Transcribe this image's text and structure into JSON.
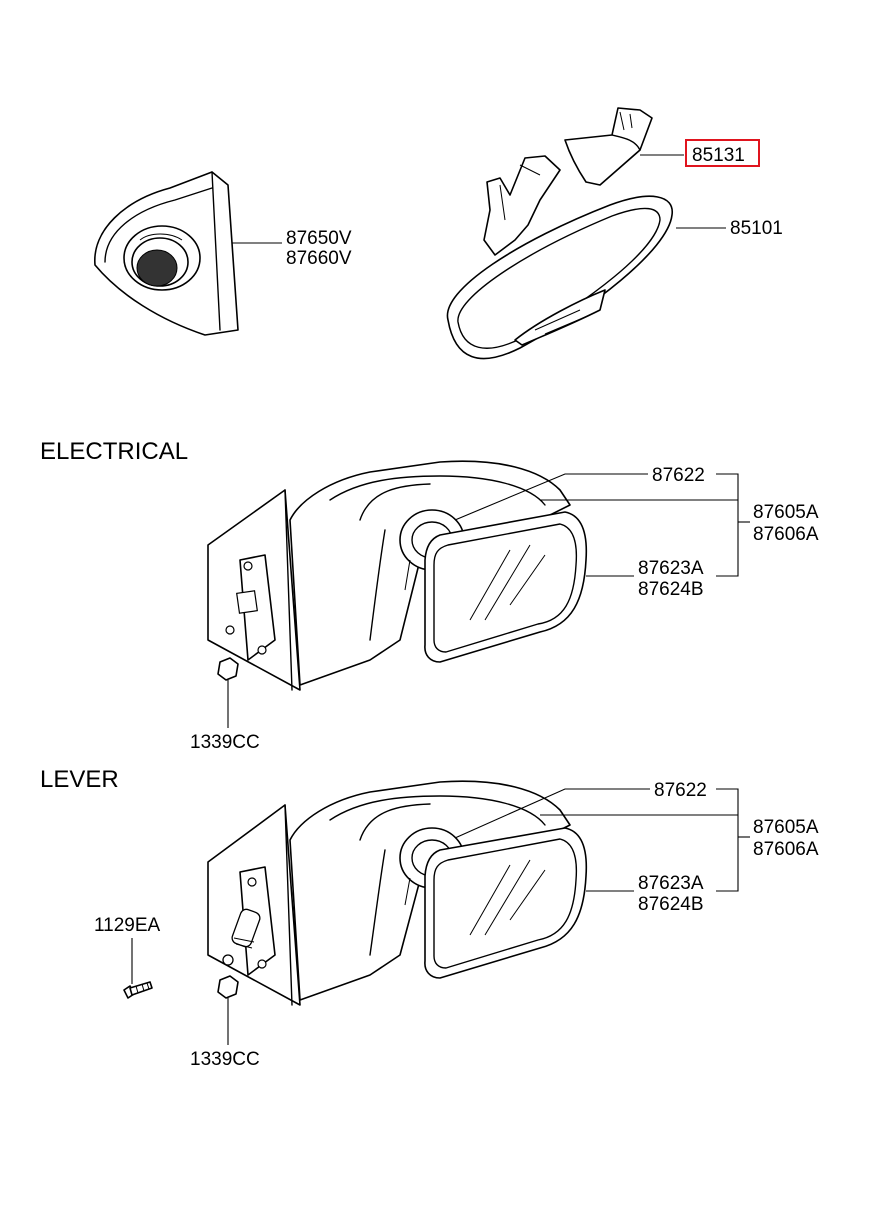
{
  "sections": {
    "electrical": "ELECTRICAL",
    "lever": "LEVER"
  },
  "labels": {
    "p87650v": "87650V",
    "p87660v": "87660V",
    "p85131": "85131",
    "p85101": "85101",
    "elec_87622": "87622",
    "elec_87605a": "87605A",
    "elec_87606a": "87606A",
    "elec_87623a": "87623A",
    "elec_87624b": "87624B",
    "elec_1339cc": "1339CC",
    "lever_87622": "87622",
    "lever_87605a": "87605A",
    "lever_87606a": "87606A",
    "lever_87623a": "87623A",
    "lever_87624b": "87624B",
    "lever_1129ea": "1129EA",
    "lever_1339cc": "1339CC"
  },
  "highlight": {
    "part": "85131",
    "color": "#e0141e"
  }
}
